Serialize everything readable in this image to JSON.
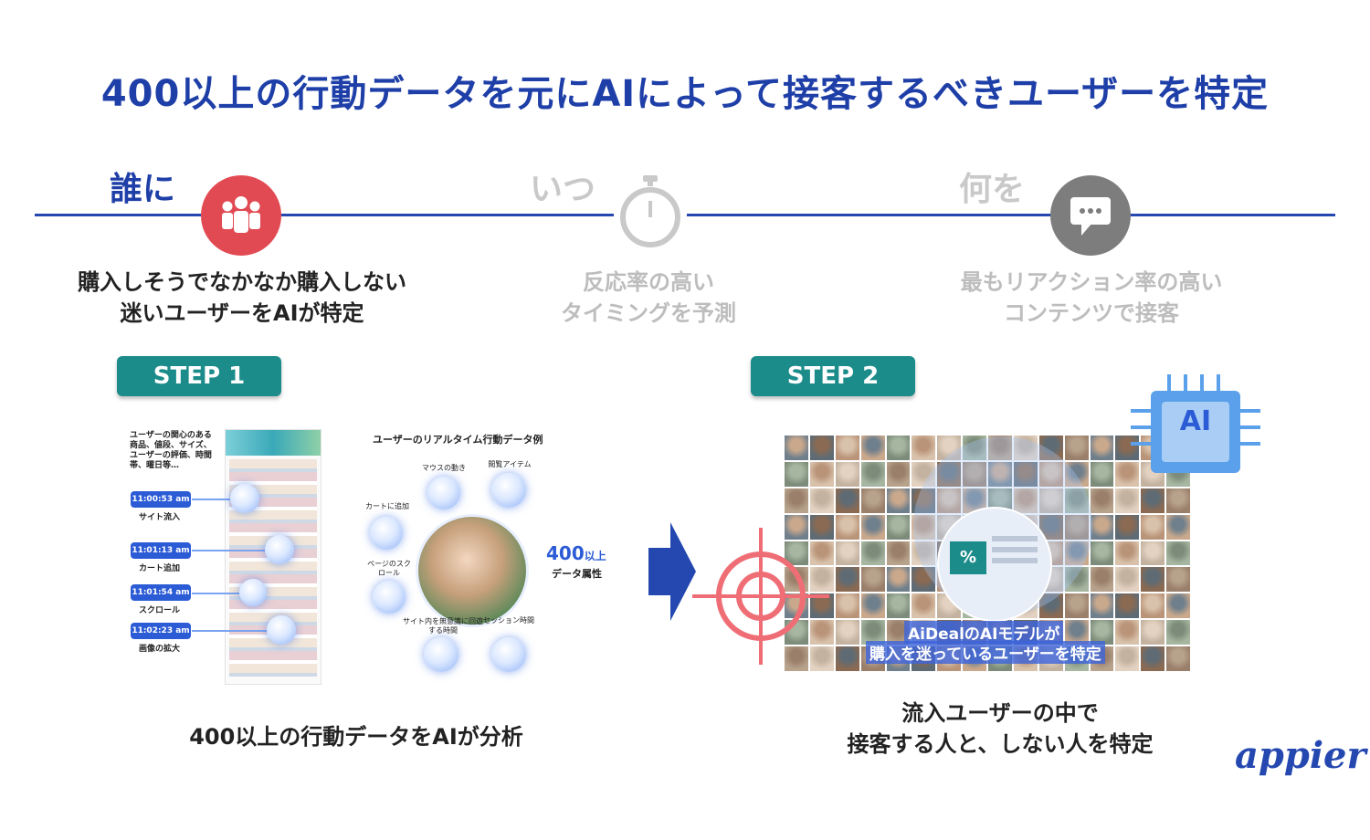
{
  "title": "400以上の行動データを元にAIによって接客するべきユーザーを特定",
  "stages": [
    {
      "label": "誰に",
      "desc_line1": "購入しそうでなかなか購入しない",
      "desc_line2": "迷いユーザーをAIが特定",
      "icon": "people-icon",
      "color": "#e24a53",
      "active": true
    },
    {
      "label": "いつ",
      "desc_line1": "反応率の高い",
      "desc_line2": "タイミングを予測",
      "icon": "stopwatch-icon",
      "color": "#c9c9c9",
      "active": false
    },
    {
      "label": "何を",
      "desc_line1": "最もリアクション率の高い",
      "desc_line2": "コンテンツで接客",
      "icon": "chat-bubble-icon",
      "color": "#7d7d7d",
      "active": false
    }
  ],
  "step1": {
    "badge": "STEP 1",
    "caption": "400以上の行動データをAIが分析",
    "left_note": "ユーザーの関心のある商品、値段、サイズ、ユーザーの評価、時間帯、曜日等…",
    "events": [
      {
        "time": "11:00:53 am",
        "label": "サイト流入"
      },
      {
        "time": "11:01:13 am",
        "label": "カート追加"
      },
      {
        "time": "11:01:54 am",
        "label": "スクロール"
      },
      {
        "time": "11:02:23 am",
        "label": "画像の拡大"
      }
    ],
    "realtime_title": "ユーザーのリアルタイム行動データ例",
    "nodes": [
      "マウスの動き",
      "閲覧アイテム",
      "カートに追加",
      "ページのスクロール",
      "サイト内を無意識に回遊する時間",
      "セッション時間"
    ],
    "attr_count": "400",
    "attr_suffix": "以上",
    "attr_label": "データ属性"
  },
  "step2": {
    "badge": "STEP 2",
    "overlay_line1": "AiDealのAIモデルが",
    "overlay_line2": "購入を迷っているユーザーを特定",
    "caption_line1": "流入ユーザーの中で",
    "caption_line2": "接客する人と、しない人を特定",
    "chip_label": "AI",
    "percent": "%"
  },
  "logo": "appier",
  "colors": {
    "title": "#1f3fa8",
    "line": "#2448b0",
    "teal": "#1c8c8b",
    "red": "#e24a53",
    "chip": "#5aa0ea"
  }
}
